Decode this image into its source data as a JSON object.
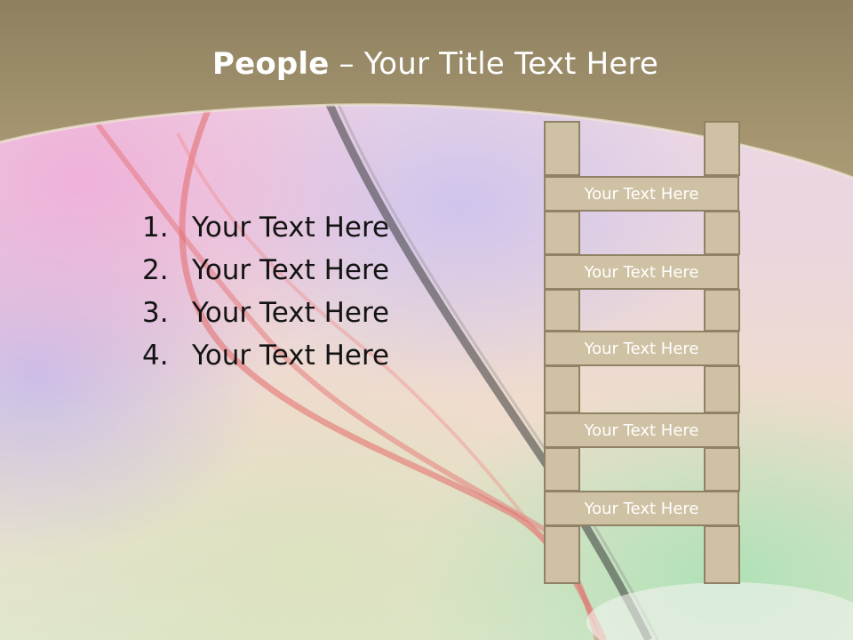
{
  "slide": {
    "title_bold": "People",
    "title_rest": " – Your Title Text Here",
    "list": [
      {
        "number": "1.",
        "text": "Your Text Here"
      },
      {
        "number": "2.",
        "text": "Your Text Here"
      },
      {
        "number": "3.",
        "text": "Your Text Here"
      },
      {
        "number": "4.",
        "text": "Your Text Here"
      }
    ],
    "ladder": {
      "rungs": [
        {
          "label": "Your Text Here"
        },
        {
          "label": "Your Text Here"
        },
        {
          "label": "Your Text Here"
        },
        {
          "label": "Your Text Here"
        },
        {
          "label": "Your Text Here"
        }
      ]
    }
  },
  "colors": {
    "header_band": "#a8976e",
    "ladder_fill": "#cfc1a3",
    "ladder_border": "#8f8265",
    "title_text": "#ffffff",
    "body_text": "#141414"
  }
}
